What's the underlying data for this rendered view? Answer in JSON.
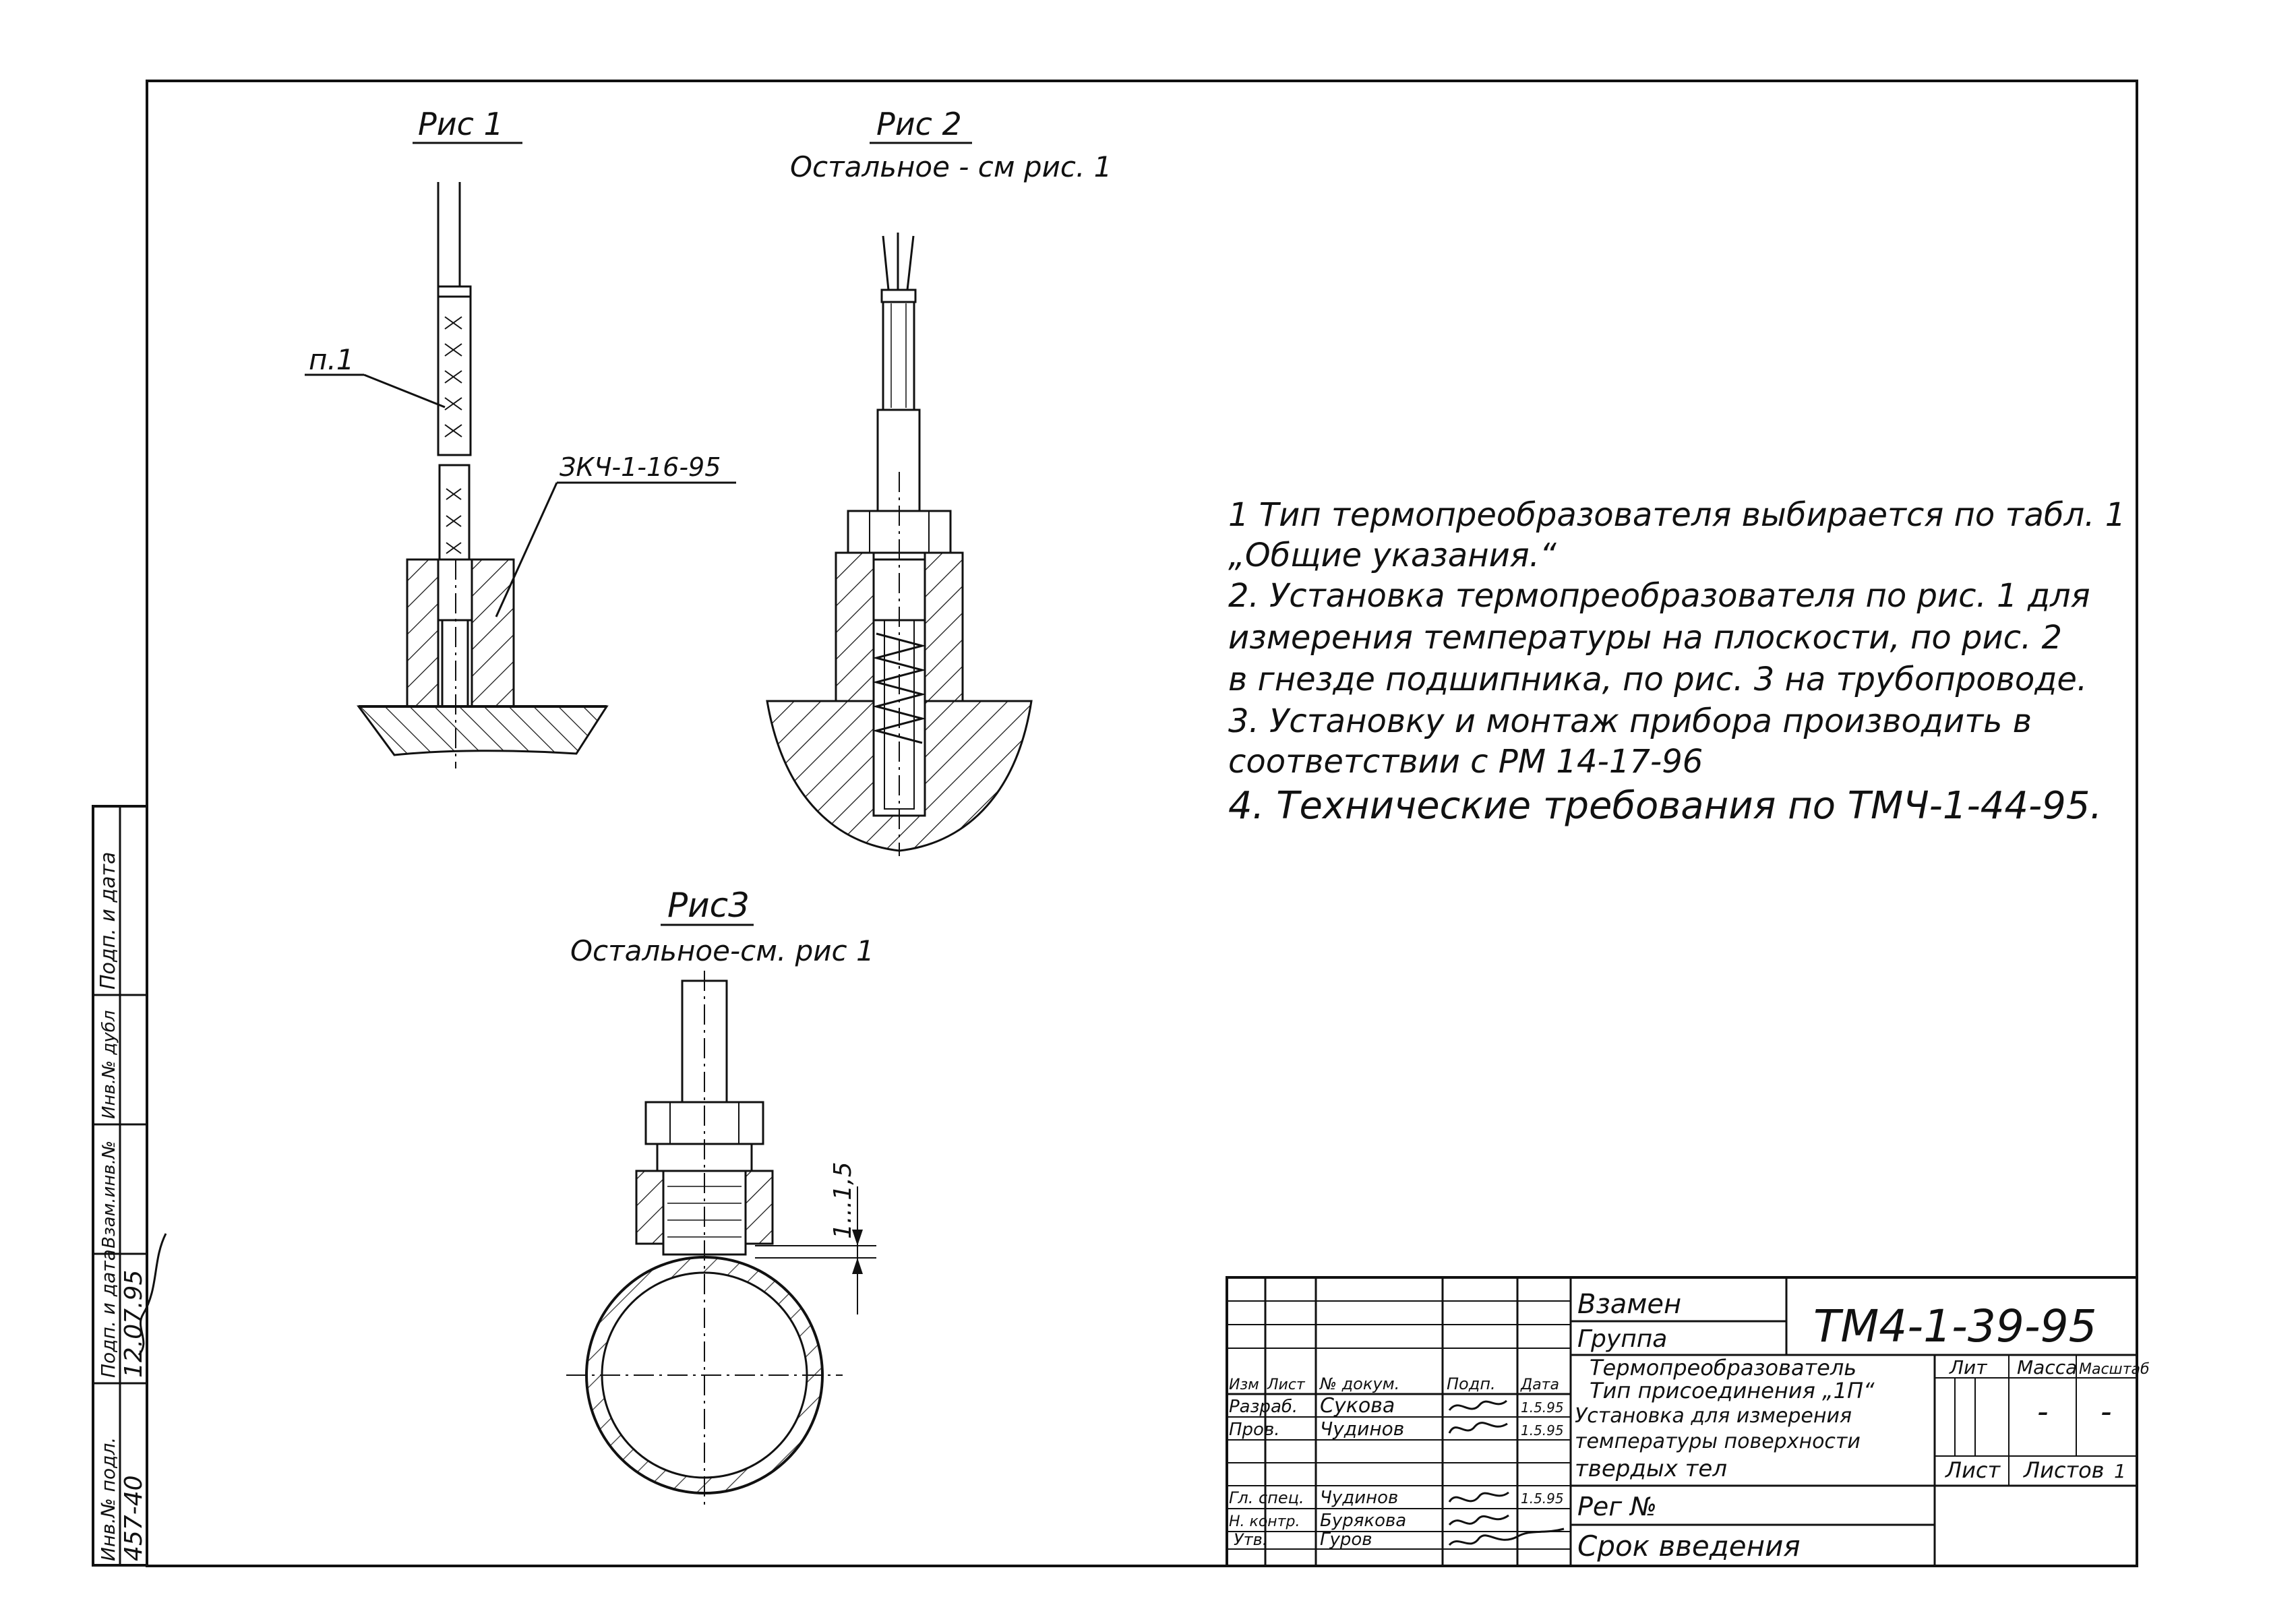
{
  "figures": {
    "fig1": {
      "title": "Рис 1",
      "leader_label": "п.1",
      "part_label": "ЗКЧ-1-16-95"
    },
    "fig2": {
      "title": "Рис 2",
      "subtitle": "Остальное - см рис. 1"
    },
    "fig3": {
      "title": "Рис3",
      "subtitle": "Остальное-см. рис 1",
      "dimension": "1...1,5"
    }
  },
  "notes": [
    "1 Тип термопреобразователя выбирается по табл. 1",
    "„Общие указания.“",
    "2. Установка термопреобразователя по рис. 1 для",
    "измерения температуры на плоскости, по рис. 2",
    "в гнезде подшипника, по рис. 3 на трубопроводе.",
    "3. Установку и монтаж прибора производить в",
    "соответствии с РМ 14-17-96",
    "4. Технические требования по ТМЧ-1-44-95."
  ],
  "side_stamp": {
    "headers": [
      "Инв.№ подл.",
      "Подп. и дата",
      "Взам.инв.№",
      "Инв.№ дубл",
      "Подп. и дата"
    ],
    "values": [
      "457-40",
      "12.07.95"
    ]
  },
  "title_block": {
    "doc_code": "ТМ4-1-39-95",
    "replaces_label": "Взамен",
    "group_label": "Группа",
    "title_lines": [
      "Термопреобразователь",
      "Тип присоединения „1П“",
      "Установка для измерения",
      "температуры поверхности",
      "твердых тел"
    ],
    "reg_label": "Рег №",
    "intro_label": "Срок введения",
    "col_headers": [
      "Изм",
      "Лист",
      "№ докум.",
      "Подп.",
      "Дата"
    ],
    "meta_headers": [
      "Лит",
      "Масса",
      "Масштаб"
    ],
    "mass": "-",
    "scale": "-",
    "sheet_label": "Лист",
    "sheets_label": "Листов",
    "sheets_value": "1",
    "signatures": [
      {
        "role": "Разраб.",
        "name": "Сукова",
        "date": "1.5.95"
      },
      {
        "role": "Пров.",
        "name": "Чудинов",
        "date": "1.5.95"
      },
      {
        "role": "Гл. спец.",
        "name": "Чудинов",
        "date": "1.5.95"
      },
      {
        "role": "Н. контр.",
        "name": "Бурякова",
        "date": ""
      },
      {
        "role": "Утв.",
        "name": "Гуров",
        "date": ""
      }
    ]
  }
}
